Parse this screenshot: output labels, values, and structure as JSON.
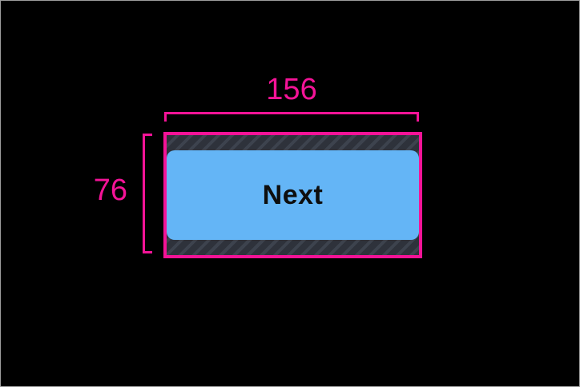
{
  "canvas": {
    "background_color": "#000000",
    "frame_border_color": "#9e9e9e",
    "hatch_base_color": "#3d434e",
    "hatch_stripe_color": "#2e323b"
  },
  "annotations": {
    "accent_color": "#f41397",
    "width_value": "156",
    "height_value": "76"
  },
  "button": {
    "label": "Next",
    "fill_color": "#64b5f6",
    "text_color": "#0e0e0e"
  }
}
